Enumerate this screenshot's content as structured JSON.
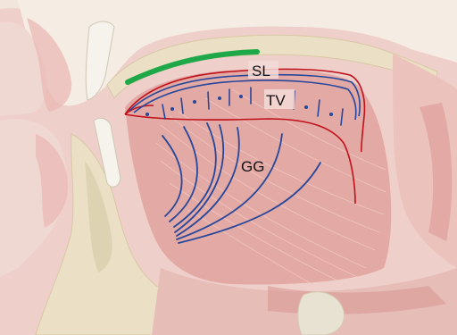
{
  "labels": {
    "sl": "SL",
    "tv": "TV",
    "gg": "GG"
  },
  "colors": {
    "background": "#efcfca",
    "tissue_light": "#f3dbd7",
    "muscle": "#e3a9a4",
    "bone": "#ebe0c6",
    "cartilage": "#e8e2d2",
    "outline_red": "#c0101a",
    "fiber_blue": "#27479a",
    "palate_green": "#1fa847",
    "label_text": "#111111"
  }
}
